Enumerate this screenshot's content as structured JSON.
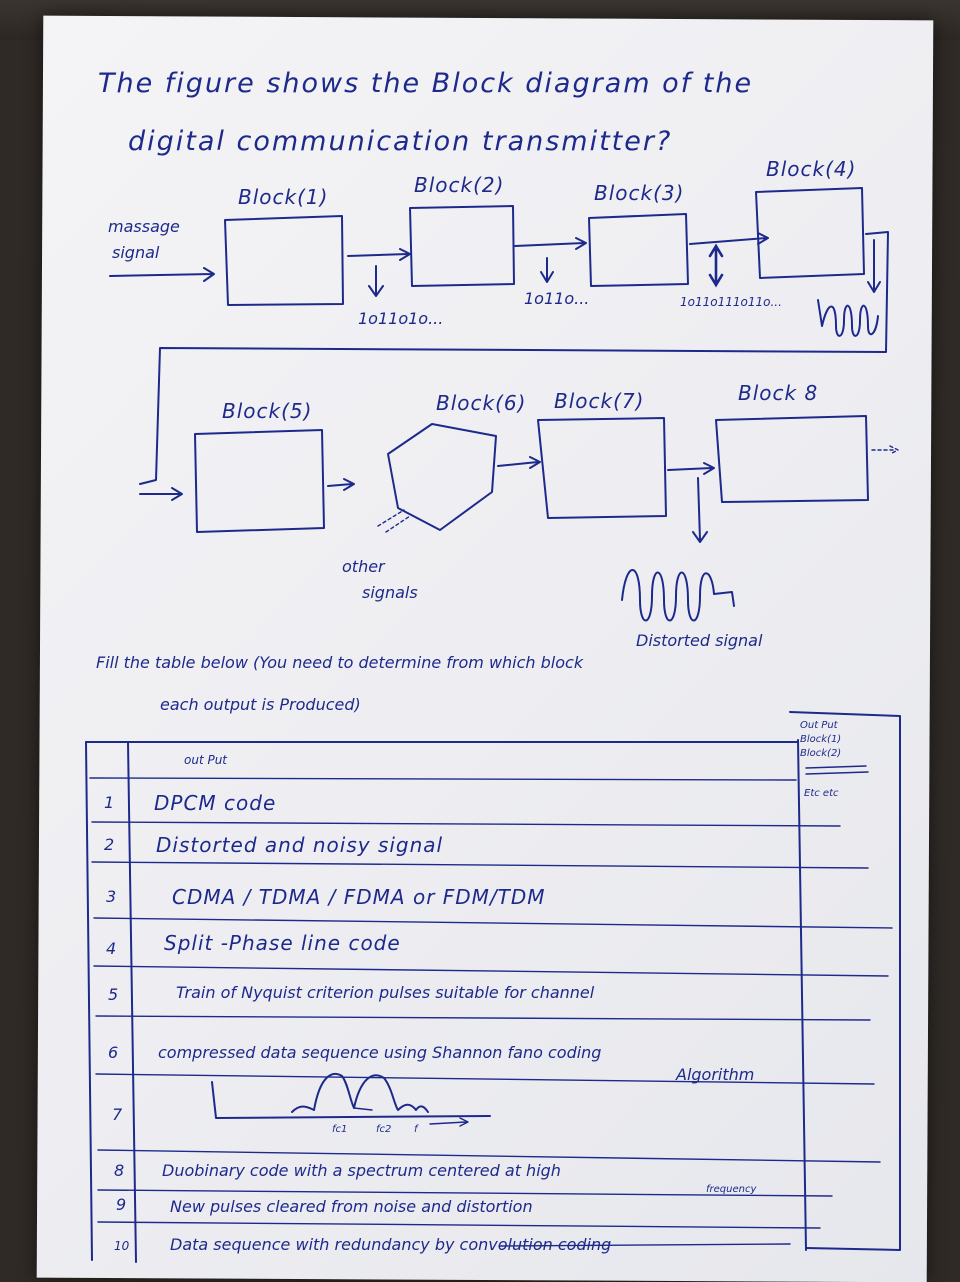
{
  "title": {
    "line1": "The figure shows the Block diagram of the",
    "line2": "digital communication transmitter?"
  },
  "diagram": {
    "input_line1": "massage",
    "input_line2": "signal",
    "blocks": [
      "Block(1)",
      "Block(2)",
      "Block(3)",
      "Block(4)",
      "Block(5)",
      "Block(6)",
      "Block(7)",
      "Block 8"
    ],
    "bits_1": "1o11o1o...",
    "bits_2": "1o11o...",
    "bits_3": "1o11o111o11o...",
    "other_signals_line1": "other",
    "other_signals_line2": "signals",
    "distorted_signal": "Distorted signal"
  },
  "instructions": {
    "line1": "Fill the table below (You need to determine from which block",
    "line2": "each output is Produced)"
  },
  "table": {
    "header_output": "out Put",
    "side_note": [
      "Out Put",
      "Block(1)",
      "Block(2)",
      "Etc etc"
    ],
    "rows": [
      {
        "num": "1",
        "text": "DPCM code"
      },
      {
        "num": "2",
        "text": "Distorted and noisy signal"
      },
      {
        "num": "3",
        "text": "CDMA / TDMA / FDMA or FDM/TDM"
      },
      {
        "num": "4",
        "text": "Split -Phase line code"
      },
      {
        "num": "5",
        "text": "Train of Nyquist criterion pulses suitable for channel"
      },
      {
        "num": "6",
        "text": "compressed data sequence using Shannon fano coding",
        "text2": "Algorithm"
      },
      {
        "num": "7",
        "text": "",
        "graph_label_1": "fc1",
        "graph_label_2": "fc2",
        "graph_label_3": "f"
      },
      {
        "num": "8",
        "text": "Duobinary code with a spectrum centered at high",
        "text2": "frequency"
      },
      {
        "num": "9",
        "text": "New pulses cleared from noise and distortion"
      },
      {
        "num": "10",
        "text": "Data sequence with redundancy by convolution coding"
      }
    ]
  },
  "colors": {
    "ink": "#1d2a8c",
    "paper": "#f1f1f4",
    "background": "#2f2a26"
  }
}
